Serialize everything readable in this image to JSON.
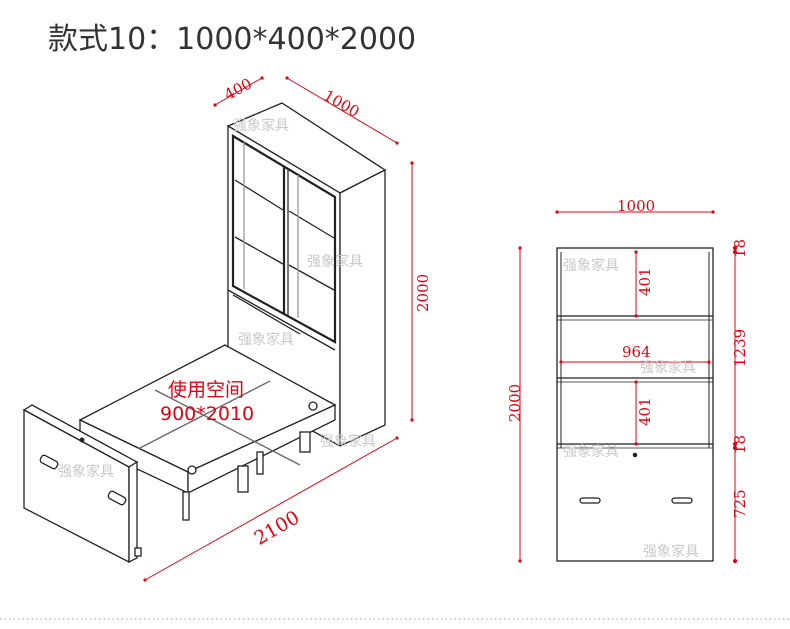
{
  "title": "款式10：1000*400*2000",
  "iso": {
    "depth": "400",
    "width": "1000",
    "height": "2000",
    "bed_length": "2100",
    "space_label_1": "使用空间",
    "space_label_2": "900*2010"
  },
  "front": {
    "width": "1000",
    "height": "2000",
    "inner_width": "964",
    "shelf_upper": "401",
    "shelf_lower": "401",
    "panel_top": "18",
    "cabinet_height": "1239",
    "panel_mid": "18",
    "bed_height": "725"
  },
  "watermark": "强象家具",
  "colors": {
    "dimension": "#e60012",
    "line": "#222222"
  }
}
